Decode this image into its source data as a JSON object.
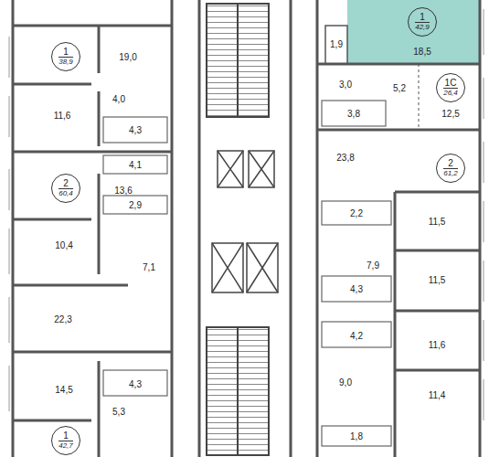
{
  "diagram": {
    "nodes": [
      {
        "text": [
          "1",
          "38,9"
        ]
      },
      {
        "text": [
          "2",
          "60,4"
        ]
      },
      {
        "text": [
          "1",
          "42,7"
        ]
      },
      {
        "text": [
          "1",
          "42,9"
        ]
      },
      {
        "text": [
          "1С",
          "26,4"
        ]
      },
      {
        "text": [
          "2",
          "61,2"
        ]
      }
    ],
    "labels": [
      "19,0",
      "4,0",
      "11,6",
      "4,3",
      "13,6",
      "4,1",
      "2,9",
      "10,4",
      "7,1",
      "22,3",
      "14,5",
      "4,3",
      "5,3",
      "1,9",
      "18,5",
      "3,0",
      "3,8",
      "5,2",
      "12,5",
      "23,8",
      "2,2",
      "11,5",
      "7,9",
      "11,5",
      "4,3",
      "4,2",
      "11,6",
      "9,0",
      "11,4",
      "1,8"
    ]
  }
}
